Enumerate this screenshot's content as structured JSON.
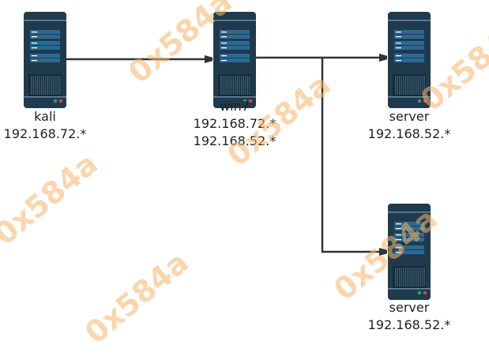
{
  "nodes": [
    {
      "id": "kali",
      "name": "kali",
      "ips": [
        "192.168.72.*"
      ]
    },
    {
      "id": "win7",
      "name": "win7",
      "ips": [
        "192.168.72.*",
        "192.168.52.*"
      ]
    },
    {
      "id": "server1",
      "name": "server",
      "ips": [
        "192.168.52.*"
      ]
    },
    {
      "id": "server2",
      "name": "server",
      "ips": [
        "192.168.52.*"
      ]
    }
  ],
  "edges": [
    [
      "kali",
      "win7"
    ],
    [
      "win7",
      "server1"
    ],
    [
      "win7",
      "server2"
    ]
  ],
  "watermark": "0x584a",
  "colors": {
    "server_body": "#1f3a4d",
    "panel": "#2b6a94",
    "line": "#333333",
    "watermark": "#f7b66a"
  }
}
